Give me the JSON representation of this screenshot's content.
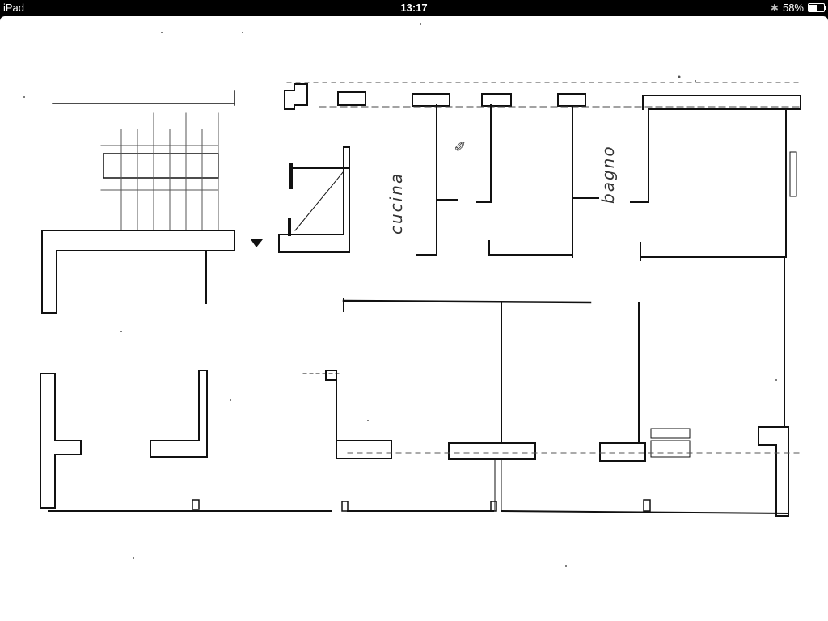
{
  "status_bar": {
    "device": "iPad",
    "time": "13:17",
    "battery": "58%",
    "battery_level": 0.58,
    "bluetooth_icon": "bluetooth-icon",
    "battery_icon": "battery-icon"
  },
  "plan": {
    "room_labels": {
      "kitchen": "cucina",
      "bathroom": "bagno"
    }
  }
}
